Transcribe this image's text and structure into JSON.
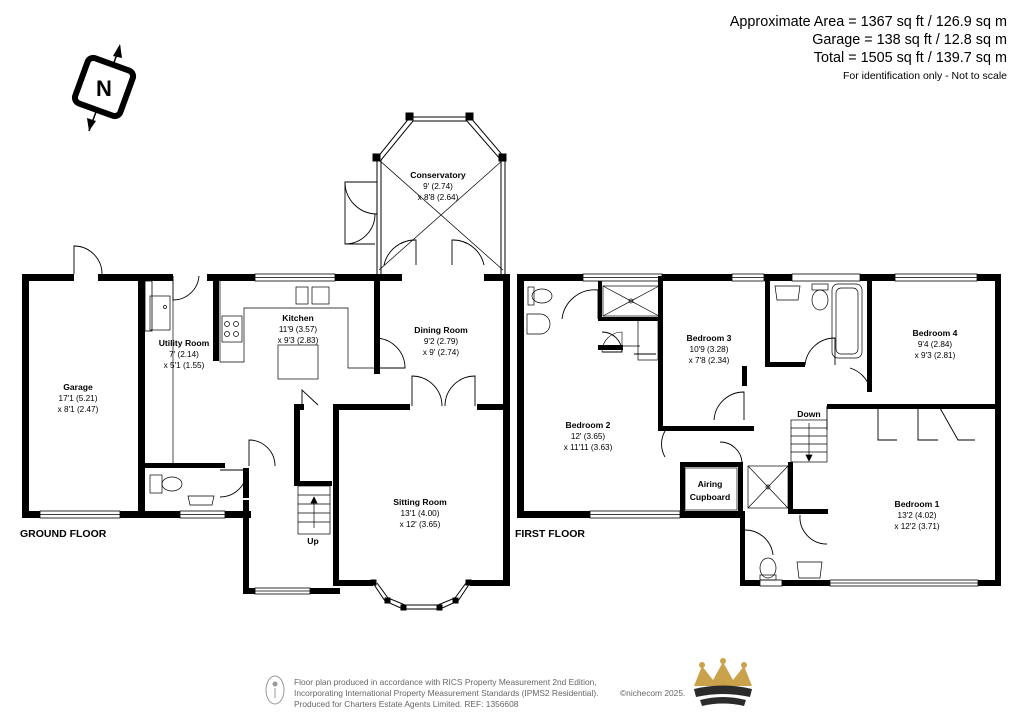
{
  "areas": {
    "line1": "Approximate Area = 1367 sq ft / 126.9 sq m",
    "line2": "Garage = 138 sq ft / 12.8 sq m",
    "line3": "Total = 1505 sq ft / 139.7 sq m",
    "note": "For identification only - Not to scale"
  },
  "compass_letter": "N",
  "floors": {
    "ground": "GROUND FLOOR",
    "first": "FIRST FLOOR"
  },
  "rooms": {
    "garage": {
      "name": "Garage",
      "d1": "17'1 (5.21)",
      "d2": "x 8'1 (2.47)"
    },
    "utility": {
      "name": "Utility Room",
      "d1": "7' (2.14)",
      "d2": "x 5'1 (1.55)"
    },
    "kitchen": {
      "name": "Kitchen",
      "d1": "11'9 (3.57)",
      "d2": "x 9'3 (2.83)"
    },
    "conservatory": {
      "name": "Conservatory",
      "d1": "9' (2.74)",
      "d2": "x 8'8 (2.64)"
    },
    "dining": {
      "name": "Dining Room",
      "d1": "9'2 (2.79)",
      "d2": "x 9' (2.74)"
    },
    "sitting": {
      "name": "Sitting Room",
      "d1": "13'1 (4.00)",
      "d2": "x 12' (3.65)"
    },
    "bedroom2": {
      "name": "Bedroom 2",
      "d1": "12' (3.65)",
      "d2": "x 11'11 (3.63)"
    },
    "bedroom3": {
      "name": "Bedroom 3",
      "d1": "10'9 (3.28)",
      "d2": "x 7'8 (2.34)"
    },
    "bedroom4": {
      "name": "Bedroom 4",
      "d1": "9'4 (2.84)",
      "d2": "x 9'3 (2.81)"
    },
    "bedroom1": {
      "name": "Bedroom 1",
      "d1": "13'2 (4.02)",
      "d2": "x 12'2 (3.71)"
    }
  },
  "airing": {
    "line1": "Airing",
    "line2": "Cupboard"
  },
  "stairs": {
    "up": "Up",
    "down": "Down"
  },
  "footer": {
    "line1": "Floor plan produced in accordance with RICS Property Measurement 2nd Edition,",
    "line2": "Incorporating International Property Measurement Standards (IPMS2 Residential).",
    "line3": "Produced for Charters Estate Agents Limited.   REF: 1356608",
    "copyright": "©nichecom 2025."
  }
}
